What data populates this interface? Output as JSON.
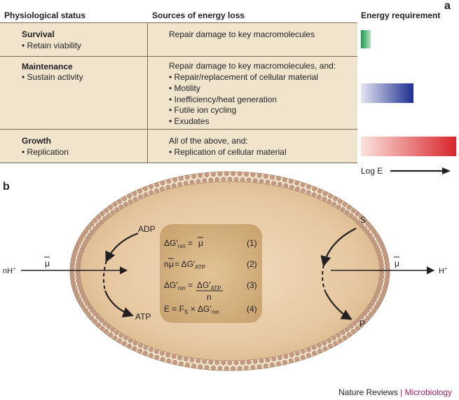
{
  "panel_a": {
    "letter": "a",
    "headers": {
      "status": "Physiological status",
      "sources": "Sources of energy loss",
      "requirement": "Energy requirement"
    },
    "rows": [
      {
        "title": "Survival",
        "subtitle": "• Retain viability",
        "sources": [
          "Repair damage to key macromolecules"
        ],
        "bar_level": 0.1,
        "bar_colors": [
          "#1a9a4a",
          "#b9e0c3"
        ]
      },
      {
        "title": "Maintenance",
        "subtitle": "• Sustain activity",
        "sources": [
          "Repair damage to key macromolecules, and:",
          "• Repair/replacement of cellular material",
          "• Motility",
          "• Inefficiency/heat generation",
          "• Futile ion cycling",
          "• Exudates"
        ],
        "bar_level": 0.55,
        "bar_colors": [
          "#e4e6f2",
          "#1e2f8f"
        ]
      },
      {
        "title": "Growth",
        "subtitle": "• Replication",
        "sources": [
          "All of the above, and:",
          "• Replication of cellular material"
        ],
        "bar_level": 1.0,
        "bar_colors": [
          "#fbe3de",
          "#d7262c"
        ]
      }
    ],
    "axis_label": "Log E"
  },
  "panel_b": {
    "letter": "b",
    "left_ion": "nH",
    "left_ion_sup": "+",
    "right_ion": "H",
    "right_ion_sup": "+",
    "mu": "μ",
    "adp": "ADP",
    "atp": "ATP",
    "s": "S",
    "p": "P",
    "equations": [
      {
        "number": "(1)"
      },
      {
        "number": "(2)"
      },
      {
        "number": "(3)"
      },
      {
        "number": "(4)"
      }
    ]
  },
  "footer": {
    "journal": "Nature Reviews",
    "separator": "|",
    "section": "Microbiology"
  }
}
